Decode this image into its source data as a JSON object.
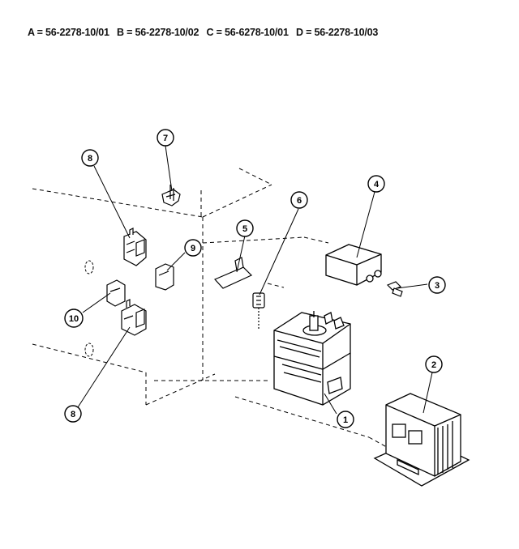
{
  "header": {
    "model_a": "A = 56-2278-10/01",
    "model_b": "B = 56-2278-10/02",
    "model_c": "C = 56-6278-10/01",
    "model_d": "D = 56-2278-10/03"
  },
  "callouts": {
    "c1": "1",
    "c2": "2",
    "c3": "3",
    "c4": "4",
    "c5": "5",
    "c6": "6",
    "c7": "7",
    "c8_top": "8",
    "c8_bottom": "8",
    "c9": "9",
    "c10": "10"
  }
}
